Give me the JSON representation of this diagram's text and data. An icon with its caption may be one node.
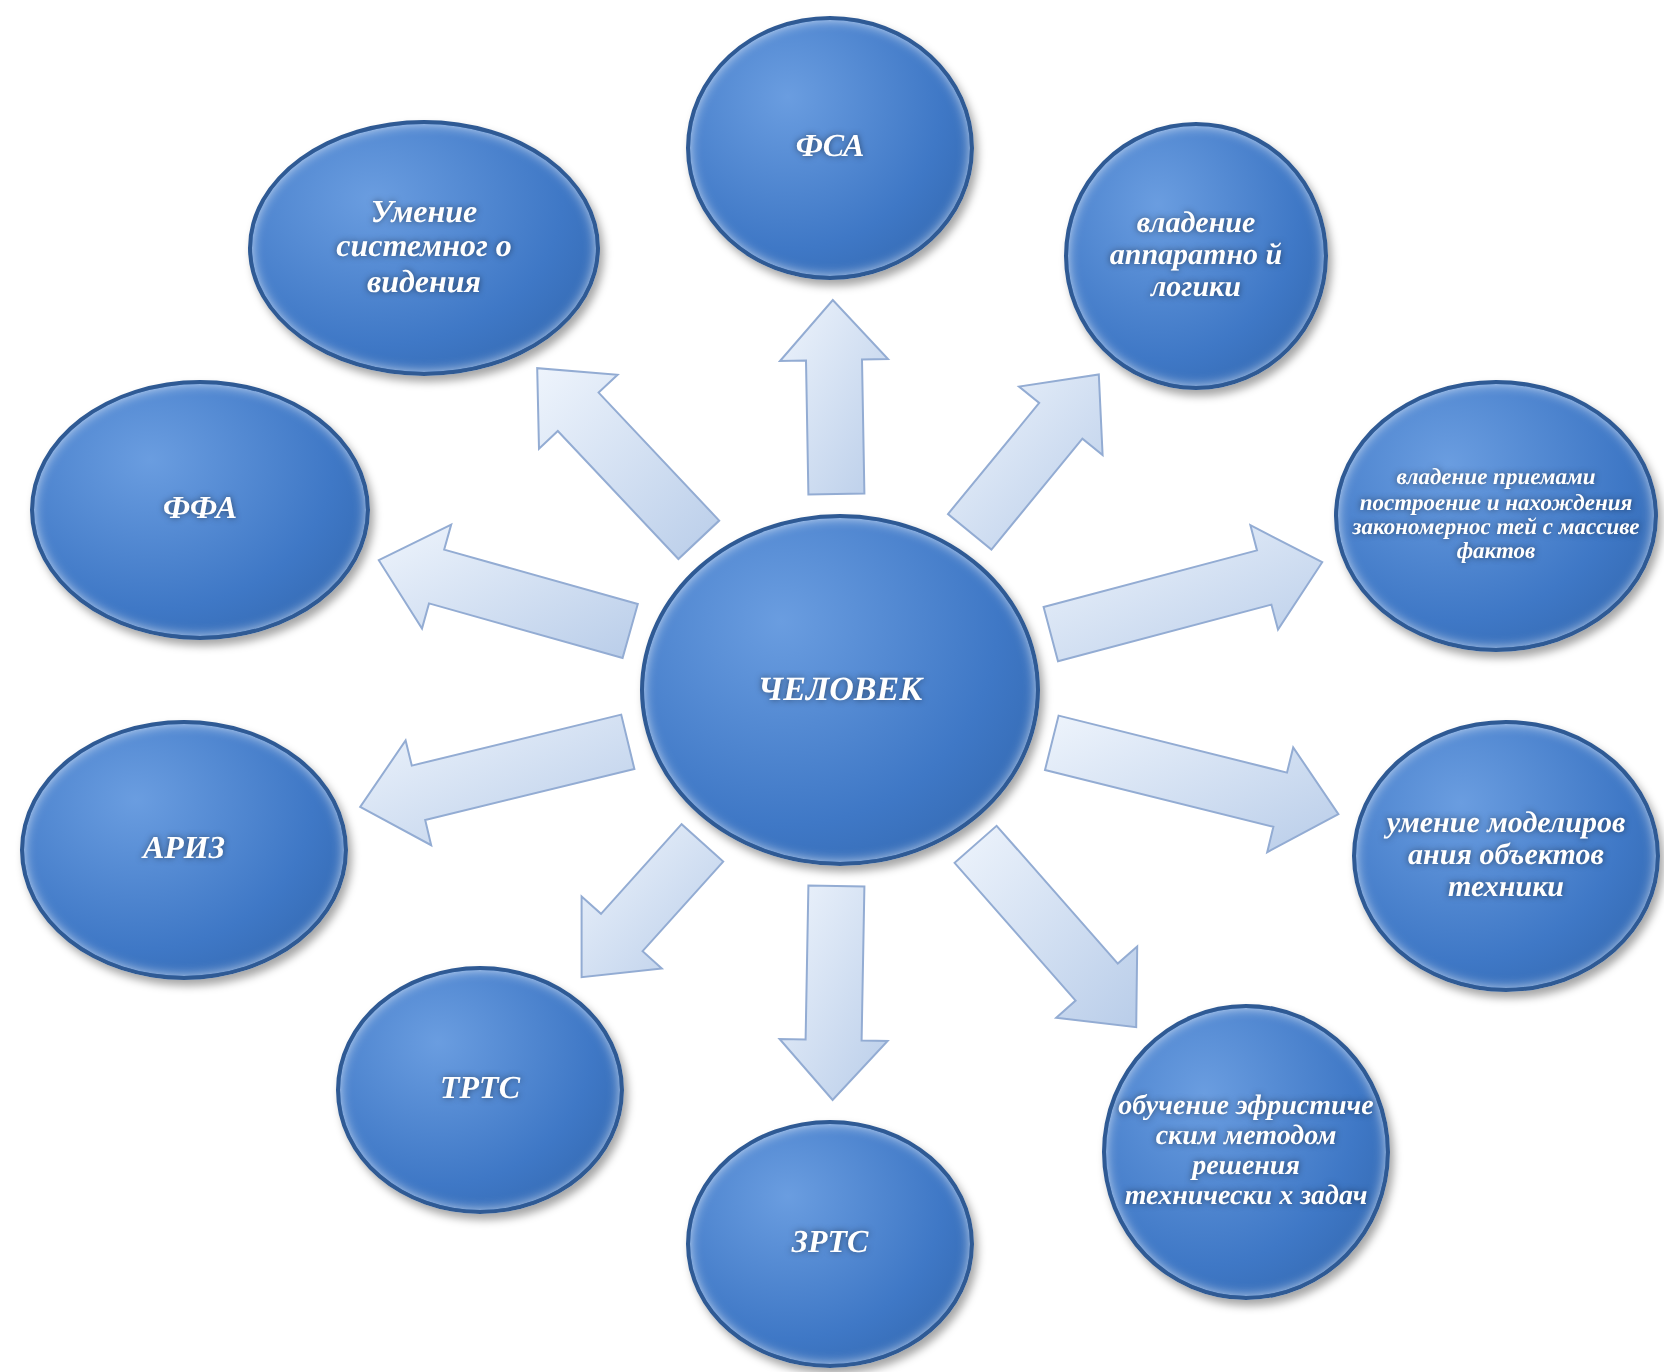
{
  "diagram": {
    "nodes": [
      {
        "text": [
          "ЧЕЛОВЕК"
        ]
      },
      {
        "text": [
          "Умение системног о видения"
        ]
      },
      {
        "text": [
          "ФСА"
        ]
      },
      {
        "text": [
          "владение аппаратно й логики"
        ]
      },
      {
        "text": [
          "владение приемами построение и нахождения закономернос тей с массиве фактов"
        ]
      },
      {
        "text": [
          "умение моделиров ания объектов техники"
        ]
      },
      {
        "text": [
          "обучение эфристиче ским методом решения технически х задач"
        ]
      },
      {
        "text": [
          "ЗРТС"
        ]
      },
      {
        "text": [
          "ТРТС"
        ]
      },
      {
        "text": [
          "АРИЗ"
        ]
      },
      {
        "text": [
          "ФФА"
        ]
      }
    ],
    "edges": [
      {
        "from": 0,
        "to": 1,
        "arrow": "to"
      },
      {
        "from": 0,
        "to": 2,
        "arrow": "to"
      },
      {
        "from": 0,
        "to": 3,
        "arrow": "to"
      },
      {
        "from": 0,
        "to": 4,
        "arrow": "to"
      },
      {
        "from": 0,
        "to": 5,
        "arrow": "to"
      },
      {
        "from": 0,
        "to": 6,
        "arrow": "to"
      },
      {
        "from": 0,
        "to": 7,
        "arrow": "to"
      },
      {
        "from": 0,
        "to": 8,
        "arrow": "to"
      },
      {
        "from": 0,
        "to": 9,
        "arrow": "to"
      },
      {
        "from": 0,
        "to": 10,
        "arrow": "to"
      }
    ]
  }
}
